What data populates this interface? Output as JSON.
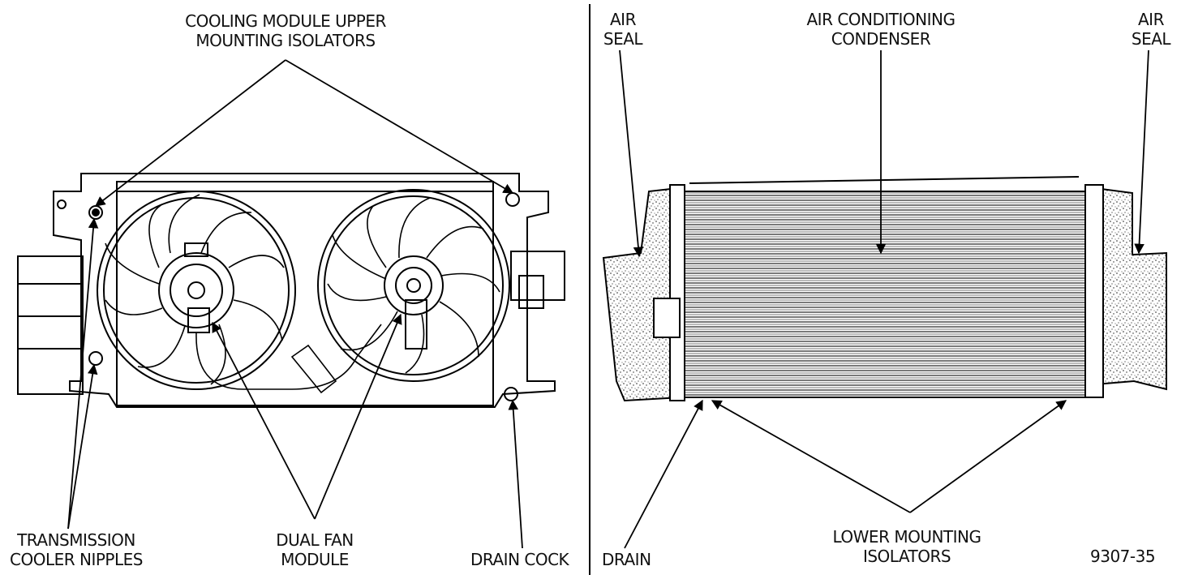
{
  "figure_id": "9307-35",
  "labels": {
    "upper_isolators": [
      "COOLING MODULE UPPER",
      "MOUNTING ISOLATORS"
    ],
    "transmission_nipples": [
      "TRANSMISSION",
      "COOLER NIPPLES"
    ],
    "dual_fan": [
      "DUAL FAN",
      "MODULE"
    ],
    "drain_cock": "DRAIN COCK",
    "air_seal_left": [
      "AIR",
      "SEAL"
    ],
    "ac_condenser": [
      "AIR CONDITIONING",
      "CONDENSER"
    ],
    "air_seal_right": [
      "AIR",
      "SEAL"
    ],
    "drain": "DRAIN",
    "lower_isolators": [
      "LOWER MOUNTING",
      "ISOLATORS"
    ]
  }
}
